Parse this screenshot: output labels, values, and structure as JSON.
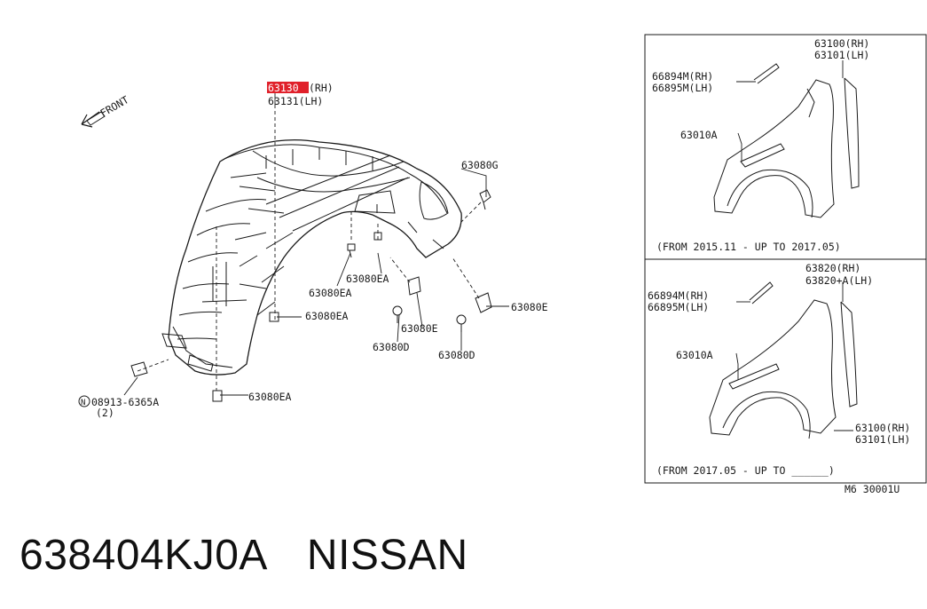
{
  "main_diagram": {
    "front_label": "FRONT",
    "callouts": {
      "highlighted_rh": "63130",
      "rh_suffix": "(RH)",
      "lh": "63131(LH)",
      "c_63080g": "63080G",
      "c_63080ea_1": "63080EA",
      "c_63080ea_2": "63080EA",
      "c_63080ea_3": "63080EA",
      "c_63080ea_4": "63080EA",
      "c_63080e_1": "63080E",
      "c_63080e_2": "63080E",
      "c_63080d_1": "63080D",
      "c_63080d_2": "63080D",
      "clip_part": "08913-6365A",
      "clip_qty": "(2)",
      "clip_prefix": "N"
    },
    "highlight_color": "#e0202a"
  },
  "inset_top": {
    "fender_rh": "63100(RH)",
    "fender_lh": "63101(LH)",
    "seal_rh": "66894M(RH)",
    "seal_lh": "66895M(LH)",
    "bracket": "63010A",
    "caption": "(FROM 2015.11 - UP TO 2017.05)"
  },
  "inset_bottom": {
    "fender_rh": "63820(RH)",
    "fender_lh": "63820+A(LH)",
    "seal_rh": "66894M(RH)",
    "seal_lh": "66895M(LH)",
    "bracket": "63010A",
    "liner_rh": "63100(RH)",
    "liner_lh": "63101(LH)",
    "caption": "(FROM 2017.05 - UP TO ______)"
  },
  "diagram_code": "M6 30001U",
  "part_number": "638404KJ0A",
  "brand": "NISSAN"
}
